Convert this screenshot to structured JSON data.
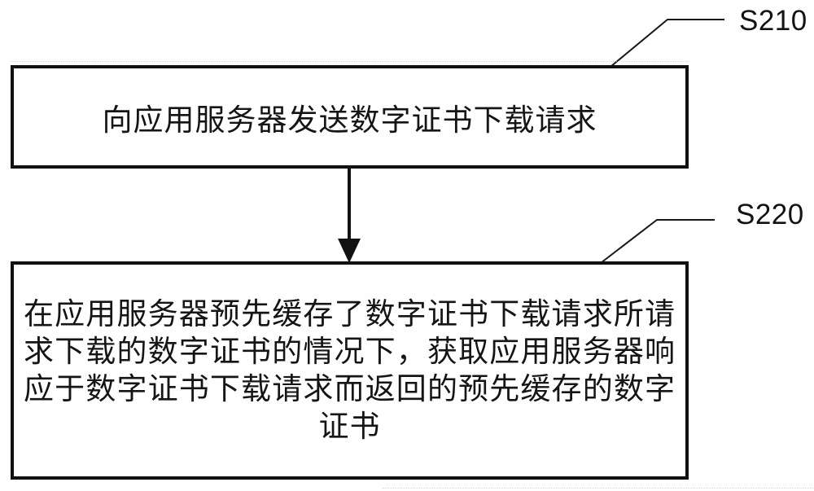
{
  "figure": {
    "type": "flowchart",
    "background_color": "#ffffff",
    "ink_color": "#141414"
  },
  "steps": [
    {
      "label": "S210",
      "text": "向应用服务器发送数字证书下载请求"
    },
    {
      "label": "S220",
      "text": "在应用服务器预先缓存了数字证书下载请求所请求下载的数字证书的情况下，获取应用服务器响应于数字证书下载请求而返回的预先缓存的数字证书",
      "text_lines": [
        "在应用服务器预先缓存了数字证书下载请求所请",
        "求下载的数字证书的情况下，获取应用服务器响",
        "应于数字证书下载请求而返回的预先缓存的数字",
        "证书"
      ]
    }
  ],
  "connector": {
    "description": "downward arrow from step S210 box to step S220 box"
  }
}
